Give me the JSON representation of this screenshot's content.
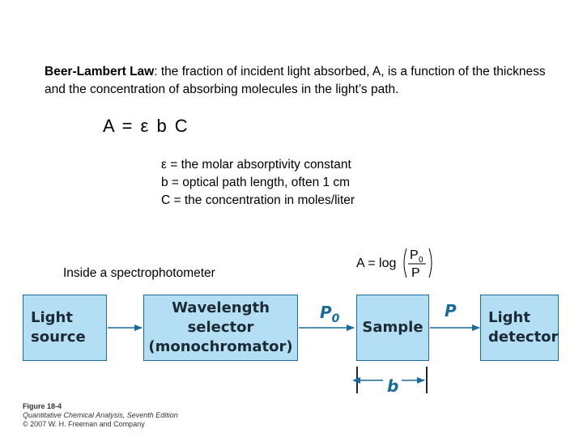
{
  "intro": {
    "bold": "Beer-Lambert Law",
    "rest": ":  the fraction of incident light absorbed, A, is a function of the thickness and the concentration of absorbing molecules in the light’s path."
  },
  "equation": "A = ε b C",
  "definitions": [
    "ε = the molar absorptivity constant",
    "b = optical path length, often 1 cm",
    "C = the concentration in moles/liter"
  ],
  "formula": {
    "lhs": "A = log",
    "numerator": "P",
    "numerator_sub": "0",
    "denominator": "P"
  },
  "inside_label": "Inside a spectrophotometer",
  "diagram": {
    "light_source": [
      "Light",
      "source"
    ],
    "wavelength_selector": [
      "Wavelength",
      "selector",
      "(monochromator)"
    ],
    "sample": "Sample",
    "light_detector": [
      "Light",
      "detector"
    ],
    "p0_label": "P",
    "p0_sub": "0",
    "p_label": "P",
    "b_label": "b",
    "block_fill": "#b3def4",
    "block_border": "#1a6a9a",
    "label_color": "#1a6a9a"
  },
  "caption": {
    "title": "Figure 18-4",
    "book": "Quantitative Chemical Analysis, Seventh Edition",
    "copyright": "© 2007 W. H. Freeman and Company"
  }
}
